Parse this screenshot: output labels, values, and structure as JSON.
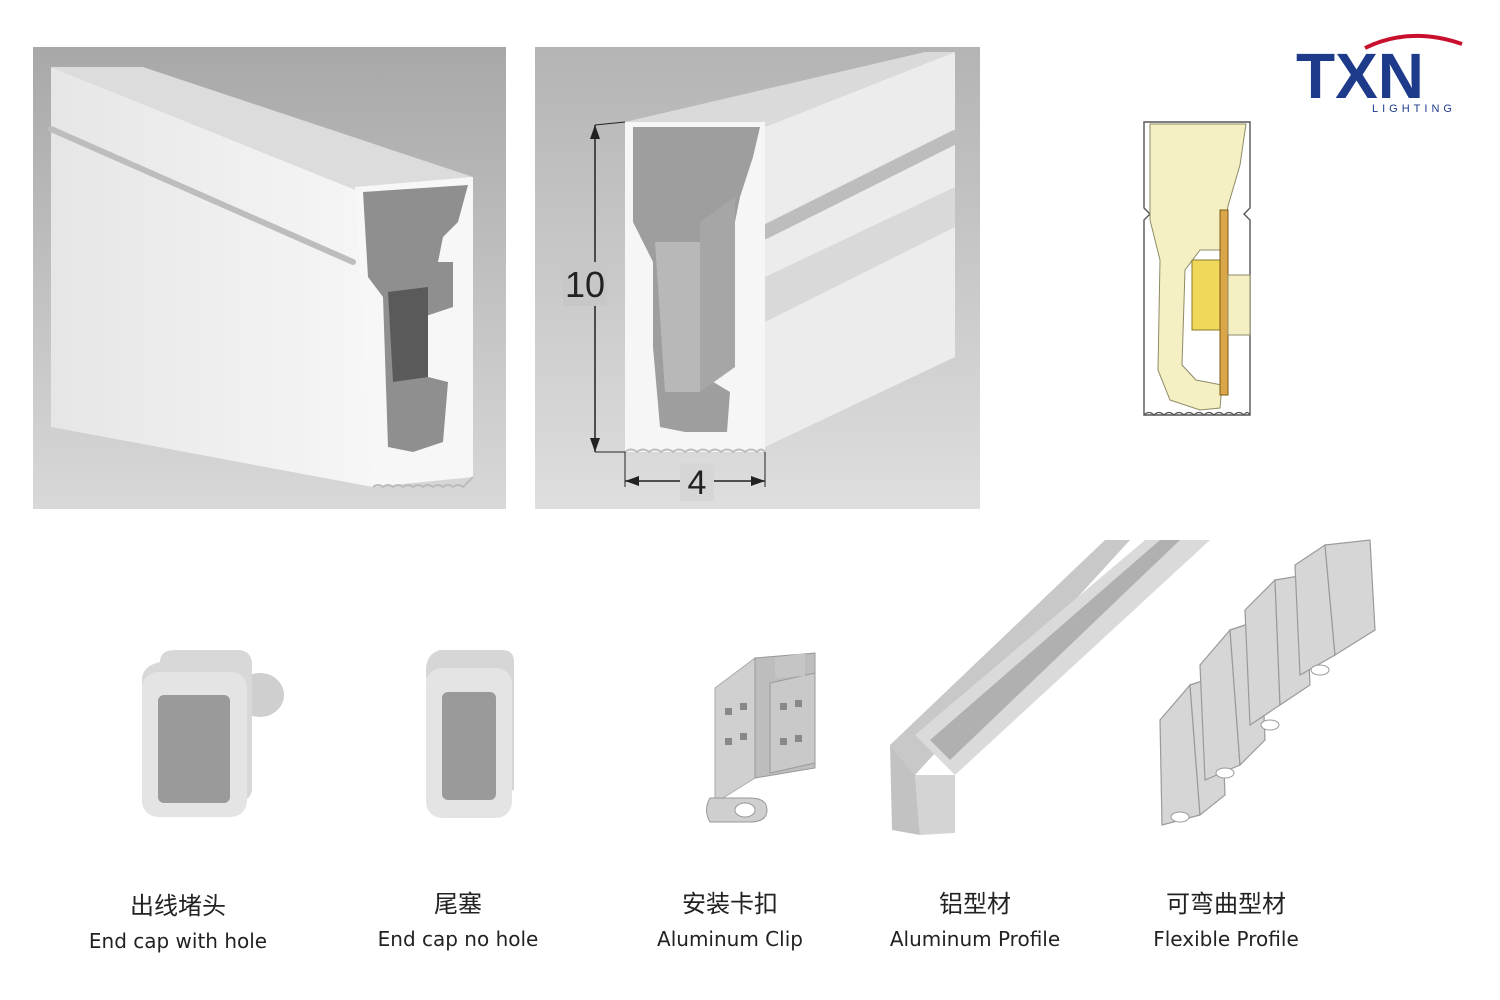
{
  "logo": {
    "brand": "TXN",
    "sub": "LIGHTING",
    "colors": {
      "navy": "#1e3a8a",
      "red": "#c8102e"
    }
  },
  "dimensions": {
    "height": "10",
    "width": "4"
  },
  "accessories": [
    {
      "zh": "出线堵头",
      "en": "End cap with hole"
    },
    {
      "zh": "尾塞",
      "en": "End cap no hole"
    },
    {
      "zh": "安装卡扣",
      "en": "Aluminum Clip"
    },
    {
      "zh": "铝型材",
      "en": "Aluminum Profile"
    },
    {
      "zh": "可弯曲型材",
      "en": "Flexible Profile"
    }
  ],
  "colors": {
    "render_bg": "#b9b9b9",
    "profile_white": "#f1f1f1",
    "profile_shade": "#d3d3d3",
    "inner_grey": "#9c9c9c",
    "cross_fill": "#f5f0c4",
    "pcb": "#d9a64a",
    "led": "#f0d85a"
  }
}
